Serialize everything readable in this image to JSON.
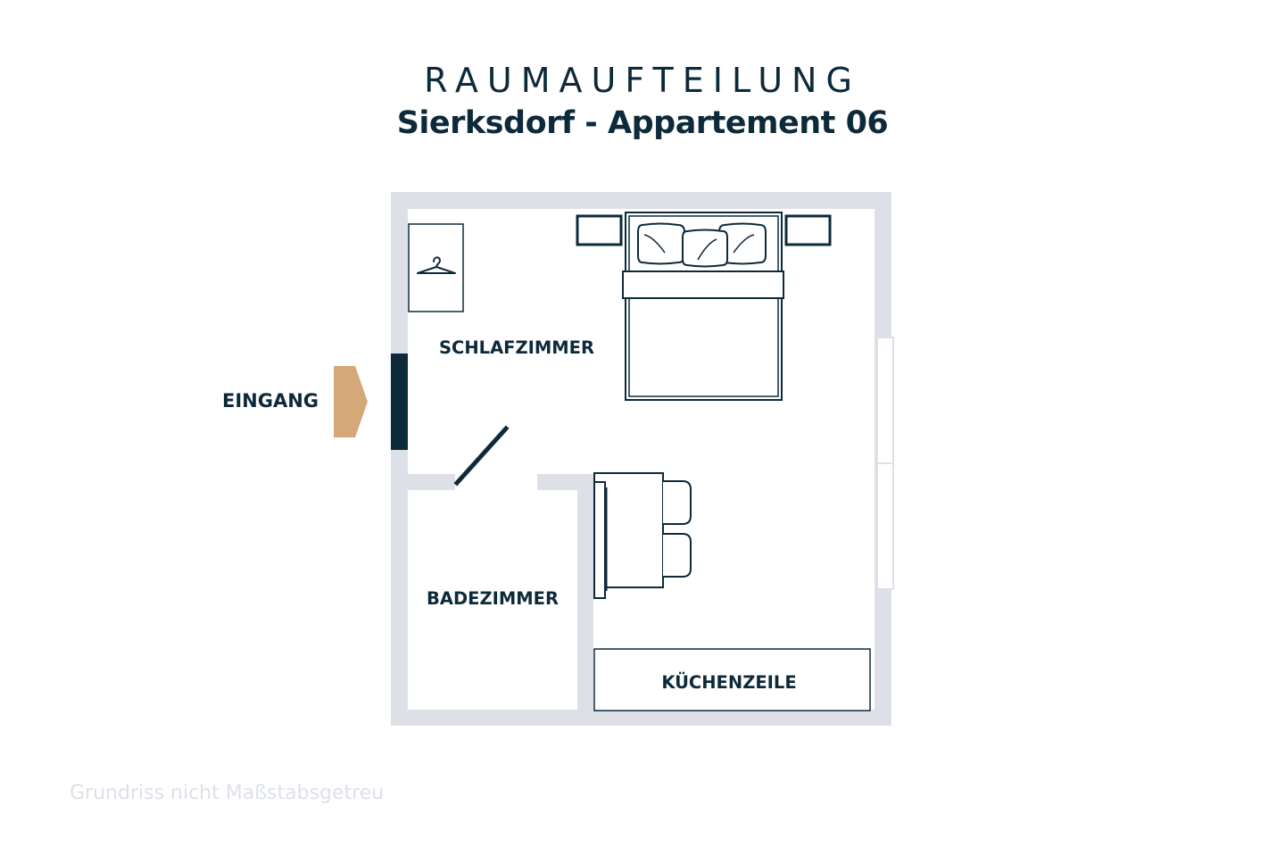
{
  "header": {
    "title": "RAUMAUFTEILUNG",
    "subtitle": "Sierksdorf - Appartement 06"
  },
  "rooms": {
    "bedroom": "SCHLAFZIMMER",
    "bathroom": "BADEZIMMER",
    "kitchen": "KÜCHENZEILE"
  },
  "entrance": {
    "label": "EINGANG"
  },
  "footnote": "Grundriss nicht Maßstabsgetreu",
  "colors": {
    "text": "#0d2a3a",
    "wall": "#dde1e7",
    "entrance_arrow": "#d4a878",
    "door": "#0d2a3a"
  }
}
